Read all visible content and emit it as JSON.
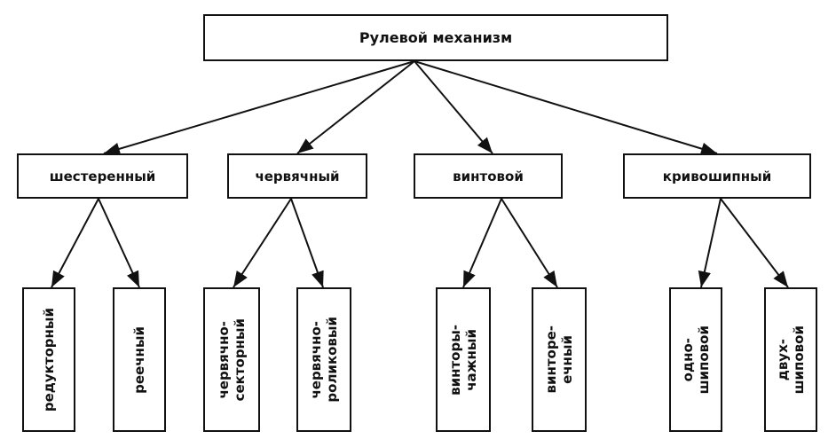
{
  "root": {
    "label": "Рулевой механизм"
  },
  "categories": [
    {
      "label": "шестеренный",
      "children": [
        {
          "lines": [
            "редукторный"
          ]
        },
        {
          "lines": [
            "реечный"
          ]
        }
      ]
    },
    {
      "label": "червячный",
      "children": [
        {
          "lines": [
            "червячно-",
            "секторный"
          ]
        },
        {
          "lines": [
            "червячно-",
            "роликовый"
          ]
        }
      ]
    },
    {
      "label": "винтовой",
      "children": [
        {
          "lines": [
            "винторы-",
            "чажный"
          ]
        },
        {
          "lines": [
            "винторе-",
            "ечный"
          ]
        }
      ]
    },
    {
      "label": "кривошипный",
      "children": [
        {
          "lines": [
            "одно-",
            "шиповой"
          ]
        },
        {
          "lines": [
            "двух-",
            "шиповой"
          ]
        }
      ]
    }
  ]
}
